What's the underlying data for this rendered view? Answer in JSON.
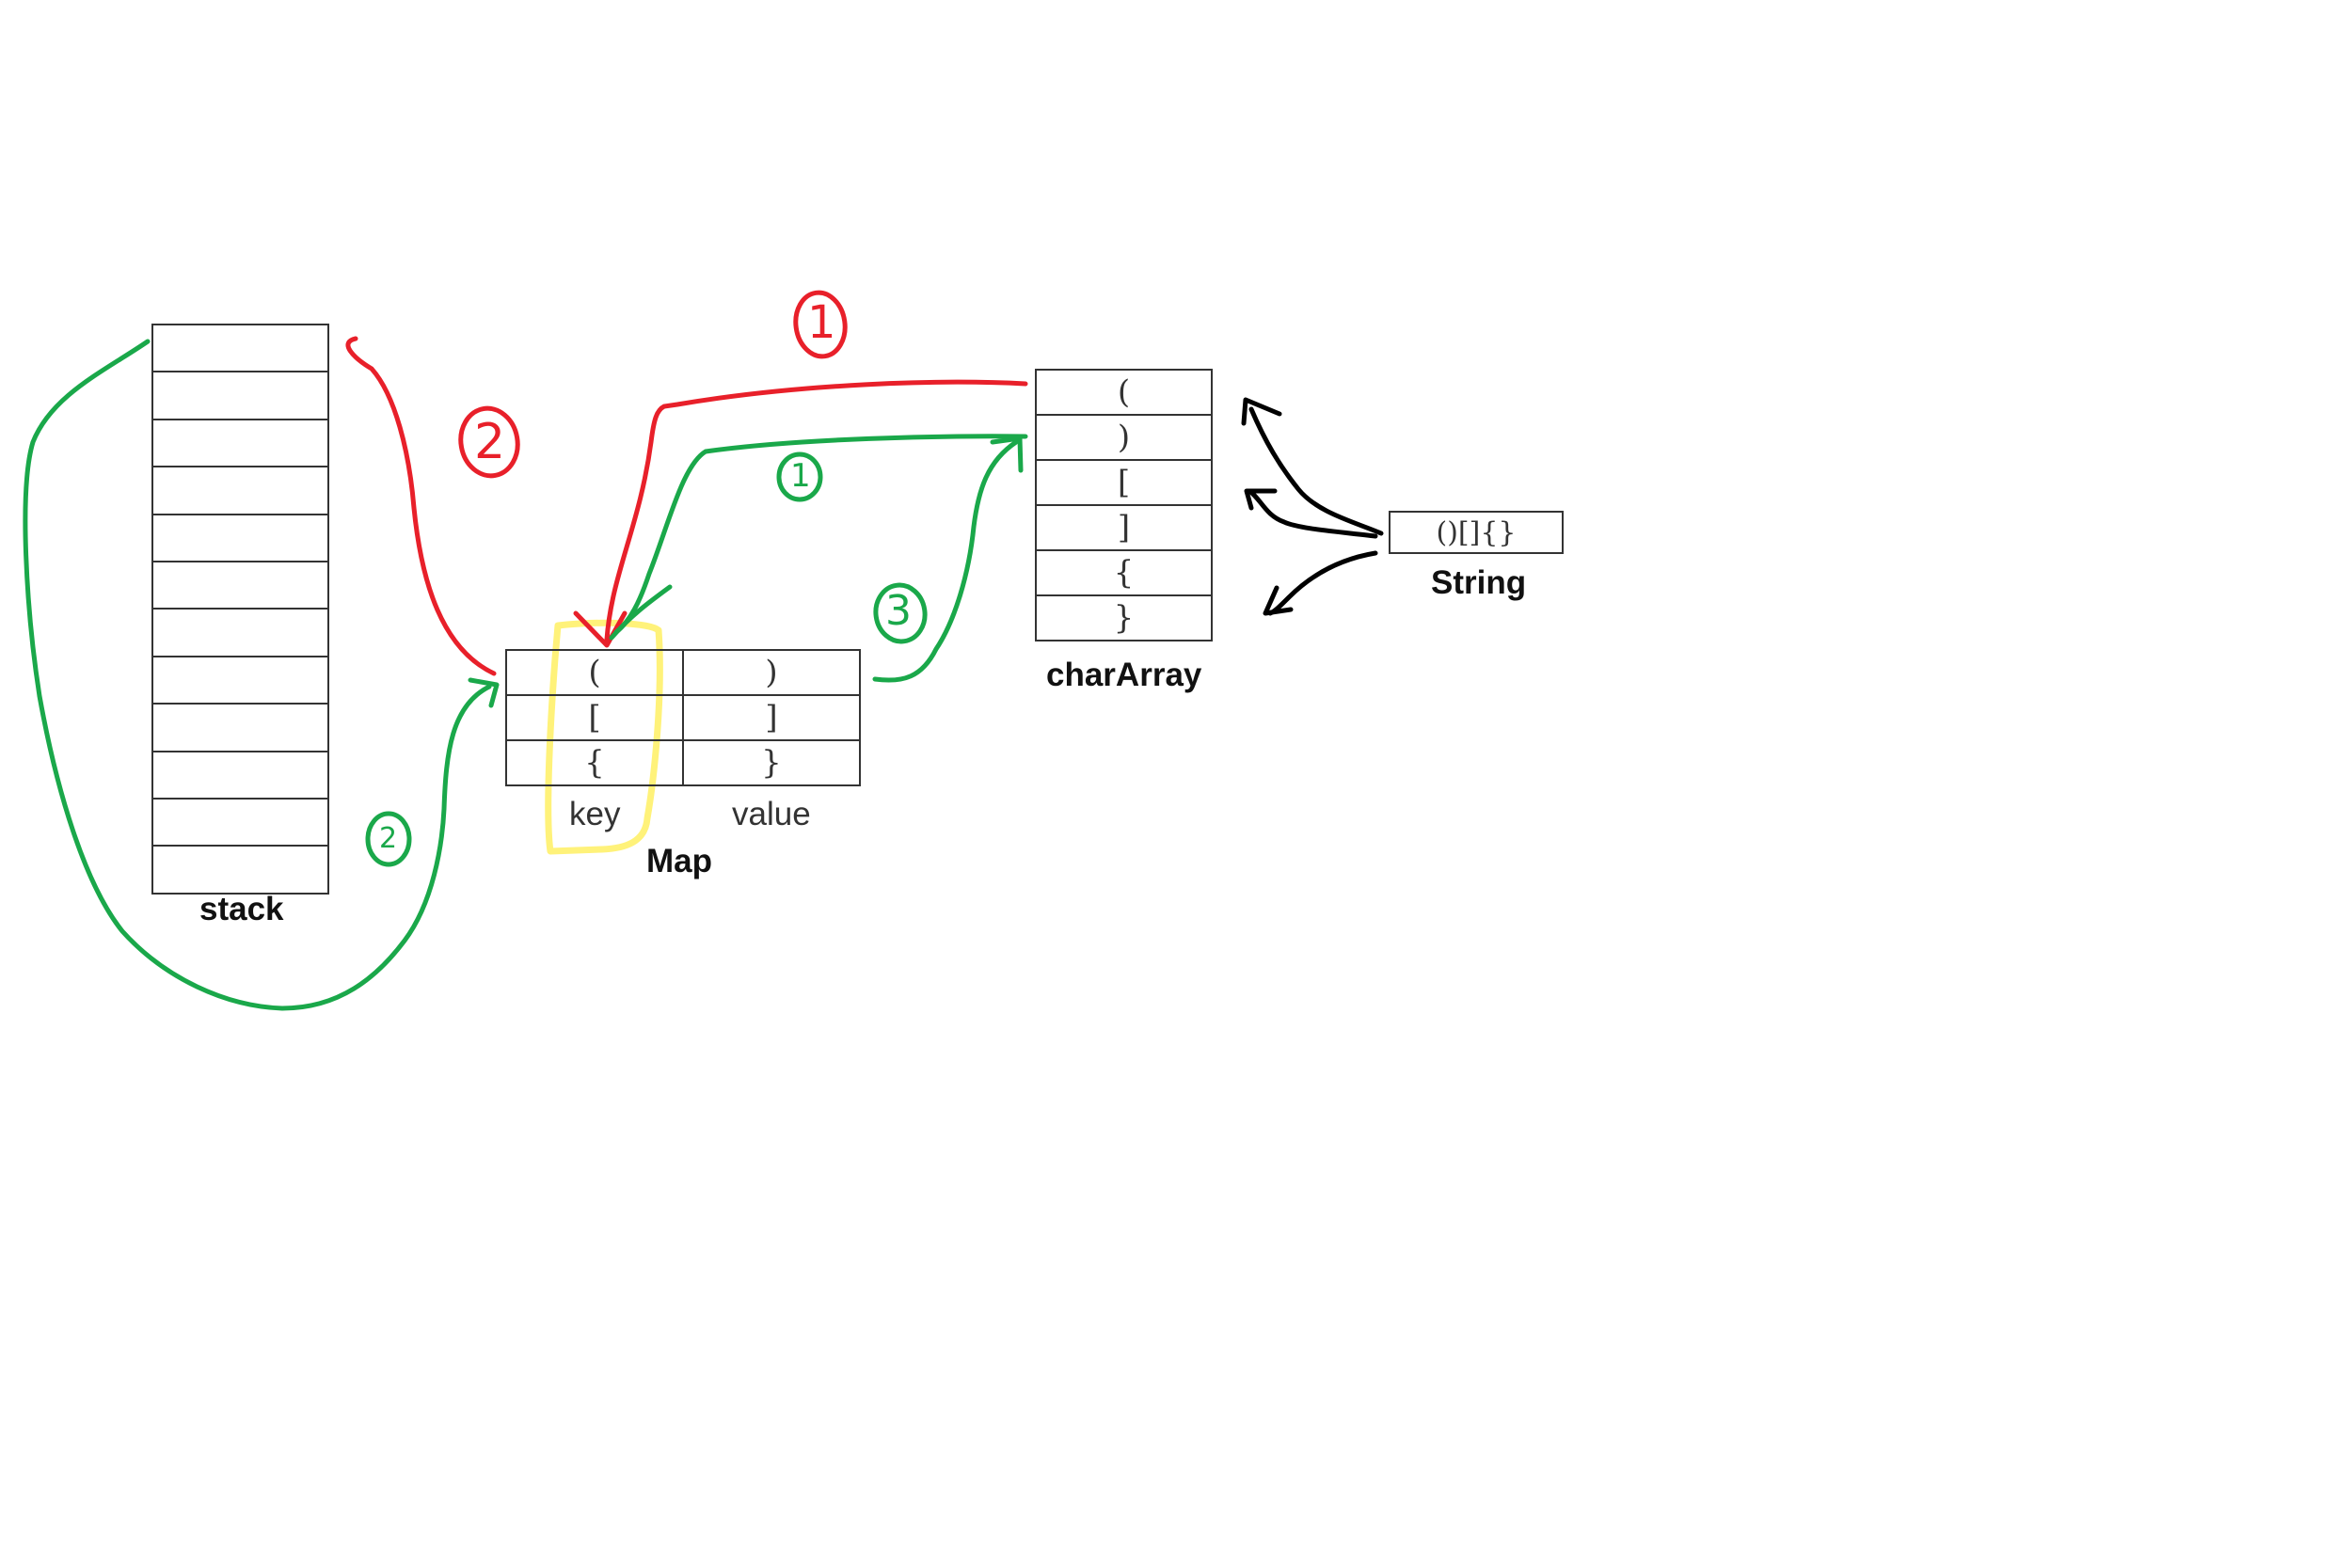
{
  "labels": {
    "stack": "stack",
    "map": "Map",
    "char_array": "charArray",
    "string": "String",
    "key": "key",
    "value": "value"
  },
  "map": {
    "rows": [
      {
        "key": "(",
        "value": ")"
      },
      {
        "key": "[",
        "value": "]"
      },
      {
        "key": "{",
        "value": "}"
      }
    ]
  },
  "char_array": {
    "cells": [
      "(",
      ")",
      "[",
      "]",
      "{",
      "}"
    ]
  },
  "string": {
    "value": "()[]{}"
  },
  "stack": {
    "slot_count": 12
  },
  "annotations": {
    "red_1": "1",
    "red_2": "2",
    "green_1": "1",
    "green_2": "2",
    "green_3": "3"
  },
  "colors": {
    "red": "#e8202a",
    "green": "#1aa84a",
    "black": "#000000",
    "highlight": "#fff27a",
    "grid": "#333333"
  }
}
